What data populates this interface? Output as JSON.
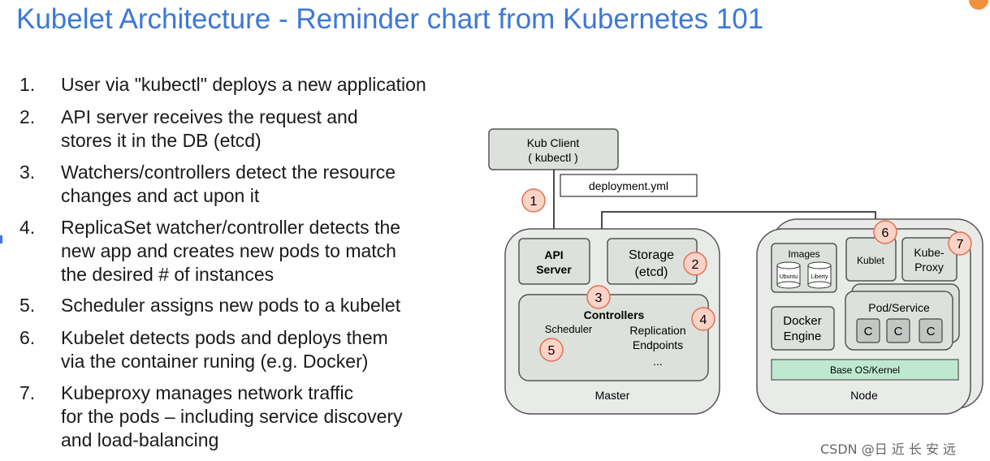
{
  "title": "Kubelet Architecture - Reminder chart from Kubernetes 101",
  "steps": [
    {
      "num": "1.",
      "lines": [
        "User via \"kubectl\" deploys a new application"
      ]
    },
    {
      "num": "2.",
      "lines": [
        "API server receives the request and",
        "stores it in the DB (etcd)"
      ]
    },
    {
      "num": "3.",
      "lines": [
        "Watchers/controllers detect the resource",
        "changes and act upon it"
      ]
    },
    {
      "num": "4.",
      "lines": [
        "ReplicaSet watcher/controller detects the",
        "new app and creates new pods to match",
        "the desired # of instances"
      ]
    },
    {
      "num": "5.",
      "lines": [
        "Scheduler assigns new pods to a kubelet"
      ]
    },
    {
      "num": "6.",
      "lines": [
        "Kubelet detects pods and deploys them",
        "via the container runing (e.g. Docker)"
      ]
    },
    {
      "num": "7.",
      "lines": [
        "Kubeproxy manages network traffic",
        "for the pods – including service discovery",
        "and load-balancing"
      ]
    }
  ],
  "diagram": {
    "kub_client": [
      "Kub Client",
      "( kubectl )"
    ],
    "deployment_file": "deployment.yml",
    "api_server": [
      "API",
      "Server"
    ],
    "storage": [
      "Storage",
      "(etcd)"
    ],
    "controllers": "Controllers",
    "scheduler": "Scheduler",
    "replication": [
      "Replication",
      "Endpoints",
      "..."
    ],
    "master": "Master",
    "images": "Images",
    "image_ubuntu": "Ubuntu",
    "image_liberty": "Liberty",
    "kublet": "Kublet",
    "kube_proxy": [
      "Kube-",
      "Proxy"
    ],
    "docker_engine": [
      "Docker",
      "Engine"
    ],
    "pod_service": "Pod/Service",
    "container": "C",
    "base_os": "Base OS/Kernel",
    "node": "Node",
    "badges": [
      "1",
      "2",
      "3",
      "4",
      "5",
      "6",
      "7"
    ]
  },
  "watermark": "CSDN @日 近 长 安 远",
  "colors": {
    "title": "#3c78d8",
    "box_fill": "#dde1dc",
    "badge_fill": "#fbd3c7",
    "badge_stroke": "#e07050",
    "base_os_fill": "#bfe8d0"
  }
}
